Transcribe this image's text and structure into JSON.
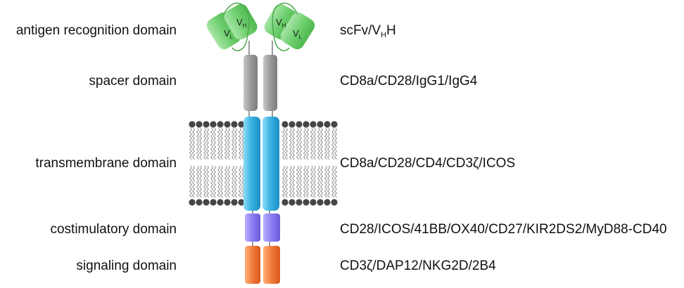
{
  "domains": [
    {
      "id": "antigen-recognition",
      "name": "antigen recognition domain",
      "options_prefix": "scFv/V",
      "options_sub": "H",
      "options_suffix": "H"
    },
    {
      "id": "spacer",
      "name": "spacer domain",
      "options": "CD8a/CD28/IgG1/IgG4"
    },
    {
      "id": "transmembrane",
      "name": "transmembrane domain",
      "options": "CD8a/CD28/CD4/CD3ζ/ICOS"
    },
    {
      "id": "costimulatory",
      "name": "costimulatory domain",
      "options": "CD28/ICOS/41BB/OX40/CD27/KIR2DS2/MyD88-CD40"
    },
    {
      "id": "signaling",
      "name": "signaling domain",
      "options": "CD3ζ/DAP12/NKG2D/2B4"
    }
  ],
  "antibody_labels": {
    "vh": "V",
    "vh_sub": "H",
    "vl": "V",
    "vl_sub": "L"
  },
  "colors": {
    "antigen_domain": "#7ed37e",
    "spacer_domain": "#9e9e9e",
    "transmembrane_domain": "#3bb3e3",
    "costimulatory_domain": "#8a7cf0",
    "signaling_domain": "#f07a3a",
    "lipid_head": "#454545"
  }
}
